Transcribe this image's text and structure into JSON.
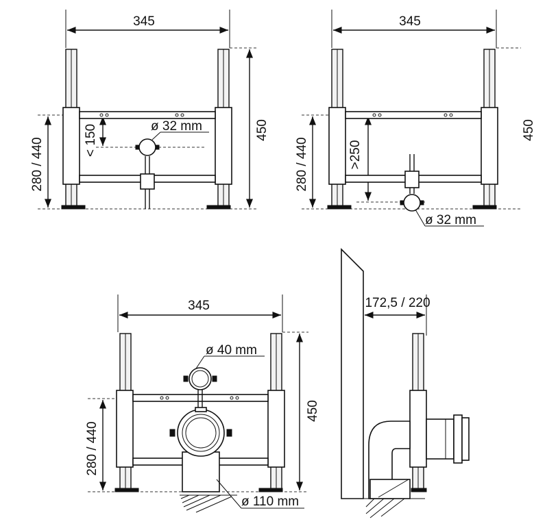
{
  "colors": {
    "line": "#111111",
    "background": "#ffffff",
    "fill": "#f2f2f2"
  },
  "views": {
    "top_left": {
      "width_label": "345",
      "height_label": "450",
      "adjust_label": "280 / 440",
      "offset_label": "< 150",
      "pipe_label": "ø 32 mm"
    },
    "top_right": {
      "width_label": "345",
      "height_label": "450",
      "adjust_label": "280 / 440",
      "offset_label": ">250",
      "pipe_label": "ø 32 mm"
    },
    "bottom_left": {
      "width_label": "345",
      "height_label": "450",
      "adjust_label": "280 / 440",
      "pipe_small_label": "ø 40 mm",
      "pipe_large_label": "ø 110 mm"
    },
    "bottom_right": {
      "depth_label": "172,5 / 220"
    }
  }
}
